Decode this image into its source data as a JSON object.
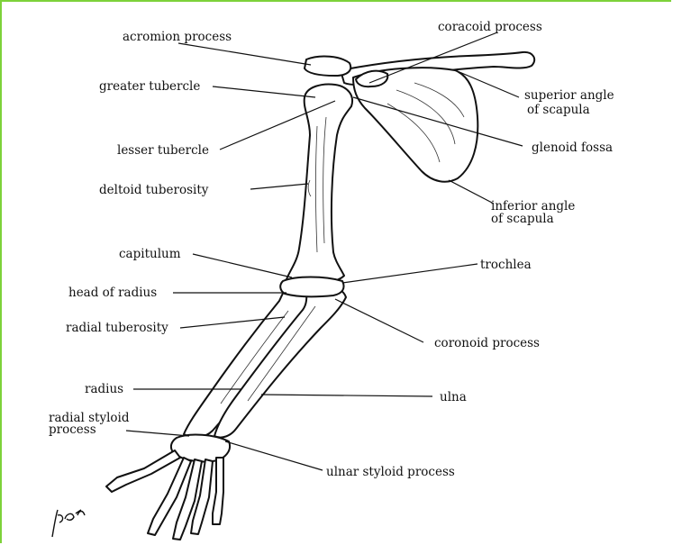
{
  "labels": {
    "acromion": "acromion process",
    "coracoid": "coracoid process",
    "greater_tubercle": "greater tubercle",
    "superior_angle_1": "superior angle",
    "superior_angle_2": "of scapula",
    "lesser_tubercle": "lesser tubercle",
    "glenoid": "glenoid fossa",
    "deltoid": "deltoid tuberosity",
    "inferior_angle_1": "inferior angle",
    "inferior_angle_2": "of scapula",
    "capitulum": "capitulum",
    "trochlea": "trochlea",
    "head_radius": "head of radius",
    "radial_tuberosity": "radial tuberosity",
    "coronoid": "coronoid process",
    "radius": "radius",
    "ulna": "ulna",
    "radial_styloid_1": "radial styloid",
    "radial_styloid_2": "process",
    "ulnar_styloid": "ulnar styloid process"
  },
  "colors": {
    "frame": "#7dd23a",
    "ink": "#111111"
  },
  "signature_icon": "artist-signature"
}
